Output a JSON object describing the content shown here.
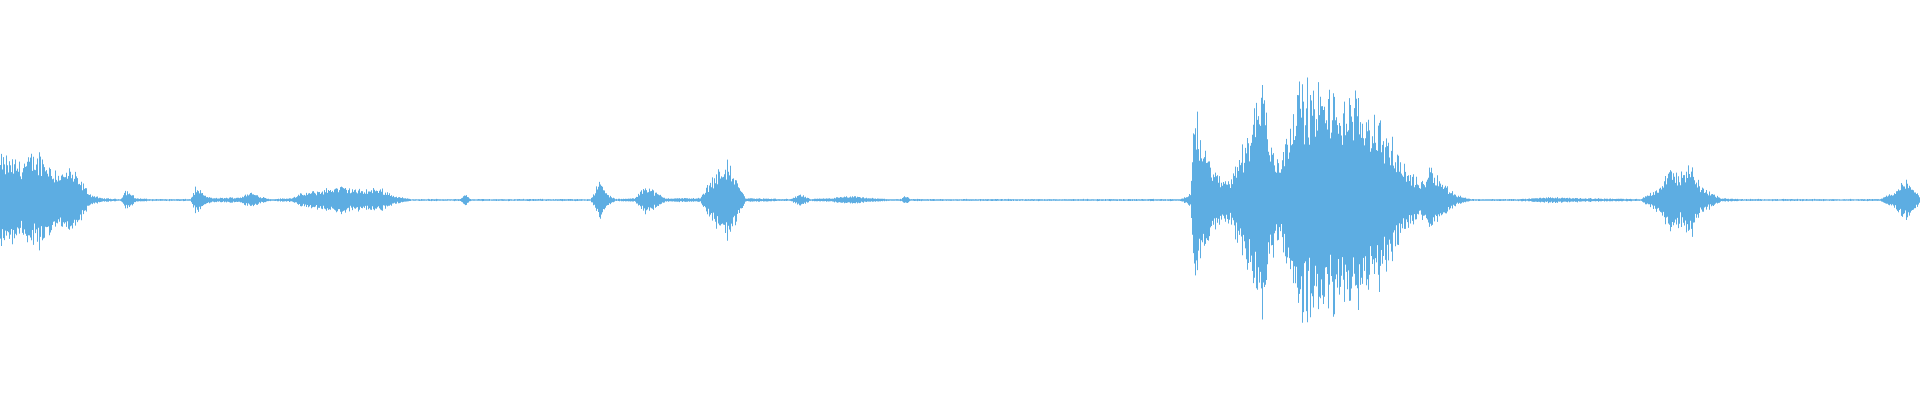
{
  "waveform": {
    "color": "#5dade2",
    "background": "#ffffff",
    "envelope": [
      [
        0,
        0.22
      ],
      [
        20,
        0.2
      ],
      [
        40,
        0.24
      ],
      [
        50,
        0.18
      ],
      [
        60,
        0.14
      ],
      [
        70,
        0.16
      ],
      [
        80,
        0.1
      ],
      [
        90,
        0.03
      ],
      [
        100,
        0.01
      ],
      [
        120,
        0.005
      ],
      [
        125,
        0.05
      ],
      [
        130,
        0.04
      ],
      [
        135,
        0.01
      ],
      [
        150,
        0.005
      ],
      [
        190,
        0.005
      ],
      [
        195,
        0.06
      ],
      [
        200,
        0.05
      ],
      [
        205,
        0.02
      ],
      [
        215,
        0.01
      ],
      [
        240,
        0.015
      ],
      [
        250,
        0.04
      ],
      [
        260,
        0.02
      ],
      [
        270,
        0.005
      ],
      [
        290,
        0.01
      ],
      [
        300,
        0.03
      ],
      [
        320,
        0.05
      ],
      [
        340,
        0.07
      ],
      [
        360,
        0.05
      ],
      [
        380,
        0.06
      ],
      [
        395,
        0.02
      ],
      [
        410,
        0.005
      ],
      [
        460,
        0.005
      ],
      [
        465,
        0.03
      ],
      [
        470,
        0.005
      ],
      [
        590,
        0.005
      ],
      [
        600,
        0.1
      ],
      [
        605,
        0.04
      ],
      [
        615,
        0.005
      ],
      [
        635,
        0.01
      ],
      [
        645,
        0.08
      ],
      [
        655,
        0.04
      ],
      [
        665,
        0.01
      ],
      [
        700,
        0.01
      ],
      [
        710,
        0.1
      ],
      [
        725,
        0.2
      ],
      [
        735,
        0.12
      ],
      [
        745,
        0.01
      ],
      [
        790,
        0.005
      ],
      [
        800,
        0.03
      ],
      [
        810,
        0.005
      ],
      [
        830,
        0.01
      ],
      [
        850,
        0.02
      ],
      [
        870,
        0.01
      ],
      [
        890,
        0.005
      ],
      [
        900,
        0.005
      ],
      [
        905,
        0.02
      ],
      [
        910,
        0.005
      ],
      [
        1180,
        0.005
      ],
      [
        1190,
        0.03
      ],
      [
        1195,
        0.5
      ],
      [
        1200,
        0.3
      ],
      [
        1210,
        0.2
      ],
      [
        1220,
        0.1
      ],
      [
        1230,
        0.12
      ],
      [
        1245,
        0.3
      ],
      [
        1255,
        0.5
      ],
      [
        1262,
        0.62
      ],
      [
        1270,
        0.3
      ],
      [
        1280,
        0.2
      ],
      [
        1290,
        0.45
      ],
      [
        1300,
        0.58
      ],
      [
        1320,
        0.55
      ],
      [
        1340,
        0.52
      ],
      [
        1360,
        0.5
      ],
      [
        1380,
        0.4
      ],
      [
        1400,
        0.2
      ],
      [
        1420,
        0.08
      ],
      [
        1430,
        0.18
      ],
      [
        1440,
        0.1
      ],
      [
        1455,
        0.03
      ],
      [
        1470,
        0.005
      ],
      [
        1520,
        0.005
      ],
      [
        1550,
        0.015
      ],
      [
        1580,
        0.01
      ],
      [
        1640,
        0.005
      ],
      [
        1645,
        0.02
      ],
      [
        1660,
        0.07
      ],
      [
        1670,
        0.18
      ],
      [
        1680,
        0.12
      ],
      [
        1690,
        0.2
      ],
      [
        1700,
        0.07
      ],
      [
        1720,
        0.01
      ],
      [
        1740,
        0.005
      ],
      [
        1880,
        0.005
      ],
      [
        1895,
        0.05
      ],
      [
        1905,
        0.1
      ],
      [
        1915,
        0.05
      ],
      [
        1920,
        0.02
      ]
    ]
  }
}
